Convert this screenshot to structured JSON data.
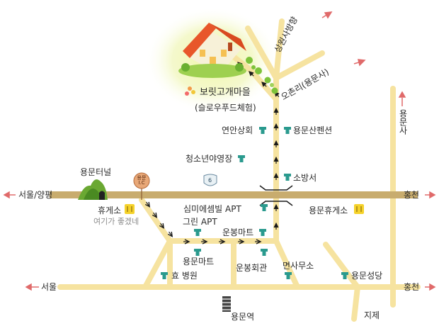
{
  "labels": {
    "borit_village": "보릿고개마을",
    "slow_food": "(슬로우푸드체험)",
    "sangwonsa_direction": "상원사방향",
    "ochon_ri": "오촌리(용문사)",
    "yongmunsa": "용문사",
    "yeonan_store": "연안상회",
    "yongmun_pension": "용문산펜션",
    "youth_training": "청소년야영장",
    "fire_station": "소방서",
    "yongmun_tunnel": "용문터널",
    "yongmun_ic": "용문 I.C",
    "route_number": "6",
    "seoul_yangpyeong": "서울/양평",
    "hongcheon_top": "홍천",
    "rest_area": "휴게소",
    "yeogiga_joketne": "여기가 좋겠네",
    "simmi_apt": "심미에셈빌 APT",
    "green_apt": "그린 APT",
    "yongmun_rest_area": "용문휴게소",
    "unbong_mart": "운봉마트",
    "yongmun_mart": "용문마트",
    "hyo_hospital": "효 병원",
    "unbong_hall": "운봉회관",
    "myeon_office": "면사무소",
    "yongmun_church": "용문성당",
    "seoul_bottom": "서울",
    "hongcheon_bottom": "홍천",
    "yongmun_station": "용문역",
    "jije": "지제"
  },
  "colors": {
    "road": "#f6e3a0",
    "highway": "#c8ac6e",
    "route_arrow": "#1a1a1a",
    "direction_arrow": "#e06a6a",
    "marker": "#2a9a8e",
    "ic_marker": "#d99a6a",
    "tunnel": "#6aa832",
    "village_glow": "#e8f29a"
  },
  "icons": {
    "place_marker": "building-marker-icon",
    "rest_area": "rest-area-icon",
    "station": "train-station-icon",
    "tunnel": "tunnel-icon",
    "village": "house-icon"
  }
}
